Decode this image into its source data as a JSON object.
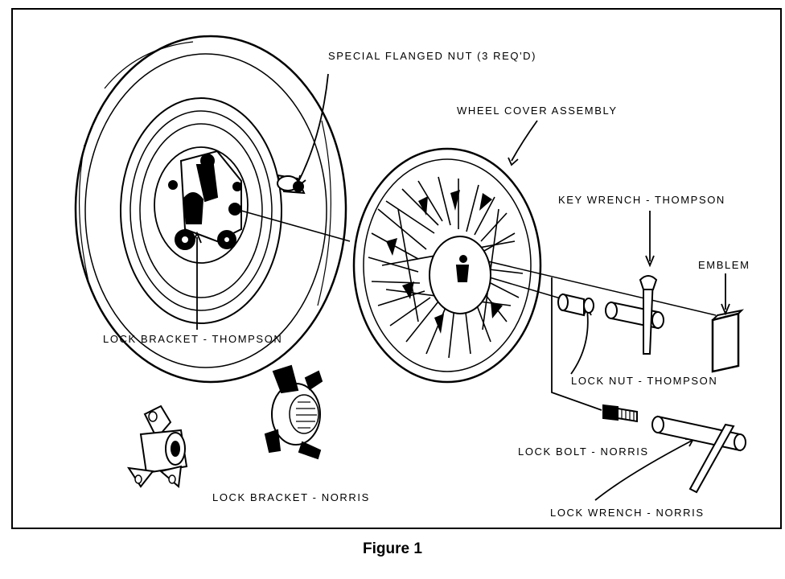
{
  "caption": "Figure 1",
  "labels": {
    "special_flanged_nut": "SPECIAL FLANGED NUT (3 REQ'D)",
    "wheel_cover_assembly": "WHEEL COVER ASSEMBLY",
    "key_wrench_thompson": "KEY WRENCH - THOMPSON",
    "emblem": "EMBLEM",
    "lock_bracket_thompson": "LOCK BRACKET - THOMPSON",
    "lock_nut_thompson": "LOCK NUT - THOMPSON",
    "lock_bolt_norris": "LOCK BOLT - NORRIS",
    "lock_bracket_norris": "LOCK BRACKET - NORRIS",
    "lock_wrench_norris": "LOCK WRENCH - NORRIS"
  },
  "colors": {
    "ink": "#000000",
    "paper": "#ffffff"
  }
}
